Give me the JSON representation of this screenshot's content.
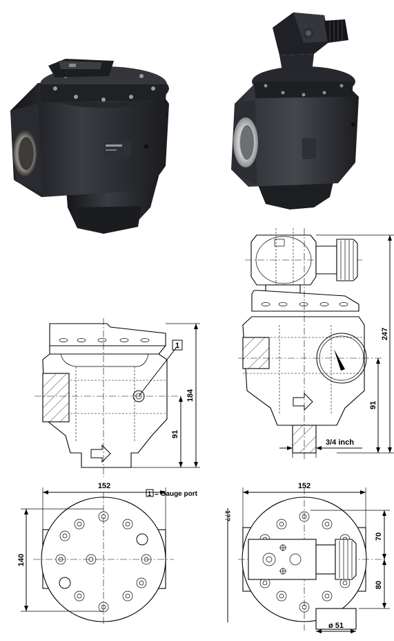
{
  "photos": [
    {
      "name": "valve-photo-left"
    },
    {
      "name": "valve-photo-right"
    }
  ],
  "drawings": {
    "front_left": {
      "callout": "1",
      "dim_height": "184",
      "dim_lower": "91"
    },
    "front_right": {
      "dim_height": "247",
      "dim_lower": "91",
      "dim_port": "3/4 inch"
    },
    "top_left": {
      "dim_width": "152",
      "dim_depth": "140",
      "legend_box": "1",
      "legend_text": "= Gauge port"
    },
    "top_right": {
      "dim_width": "152",
      "dim_upper": "70",
      "dim_lower": "80",
      "dim_diameter": "ø 51",
      "dim_partial": "1??"
    }
  },
  "colors": {
    "ink": "#000000",
    "paper": "#ffffff",
    "metal_dark": "#232428",
    "metal_light": "#b8b9bb"
  }
}
